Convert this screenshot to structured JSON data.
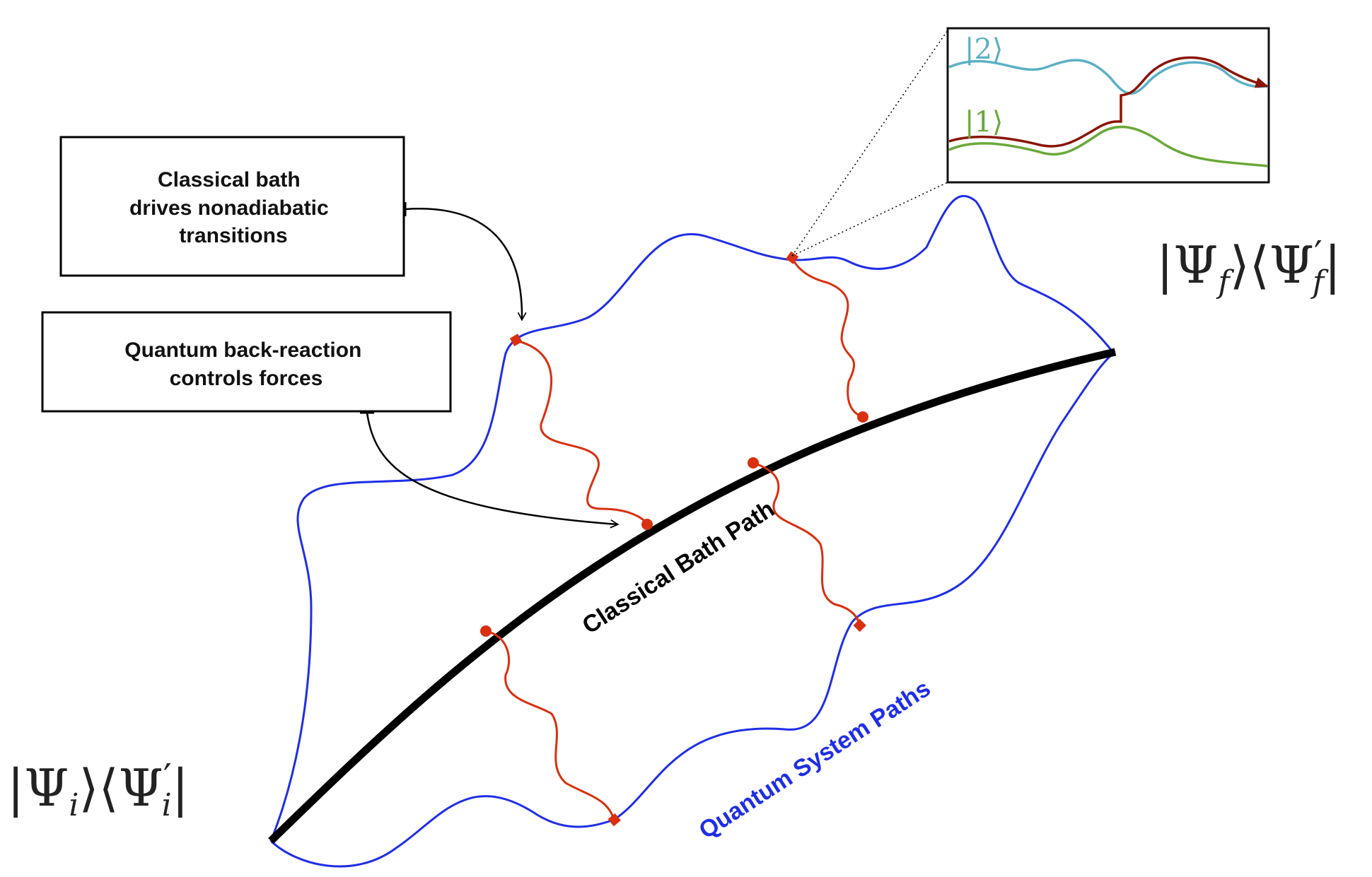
{
  "colors": {
    "quantum_path": "#1f2ee6",
    "coupling": "#d9300f",
    "bath_path": "#000000",
    "state2": "#5bb0c4",
    "state1": "#6aa838",
    "trajectory": "#8a1505"
  },
  "boxes": {
    "classical_bath": {
      "lines": [
        "Classical bath",
        "drives nonadiabatic",
        "transitions"
      ]
    },
    "quantum_backreaction": {
      "lines": [
        "Quantum back-reaction",
        "controls forces"
      ]
    }
  },
  "labels": {
    "bath_path": "Classical Bath Path",
    "quantum_paths": "Quantum System Paths"
  },
  "inset": {
    "state2": "|2⟩",
    "state1": "|1⟩"
  },
  "math": {
    "initial": {
      "ket_open": "|Ψ",
      "ket_sub": "i",
      "bra_open": "⟩⟨Ψ",
      "bra_prime": "′",
      "bra_sub": "i",
      "bra_close": "|"
    },
    "final": {
      "ket_open": "|Ψ",
      "ket_sub": "f",
      "bra_open": "⟩⟨Ψ",
      "bra_prime": "′",
      "bra_sub": "f",
      "bra_close": "|"
    }
  }
}
